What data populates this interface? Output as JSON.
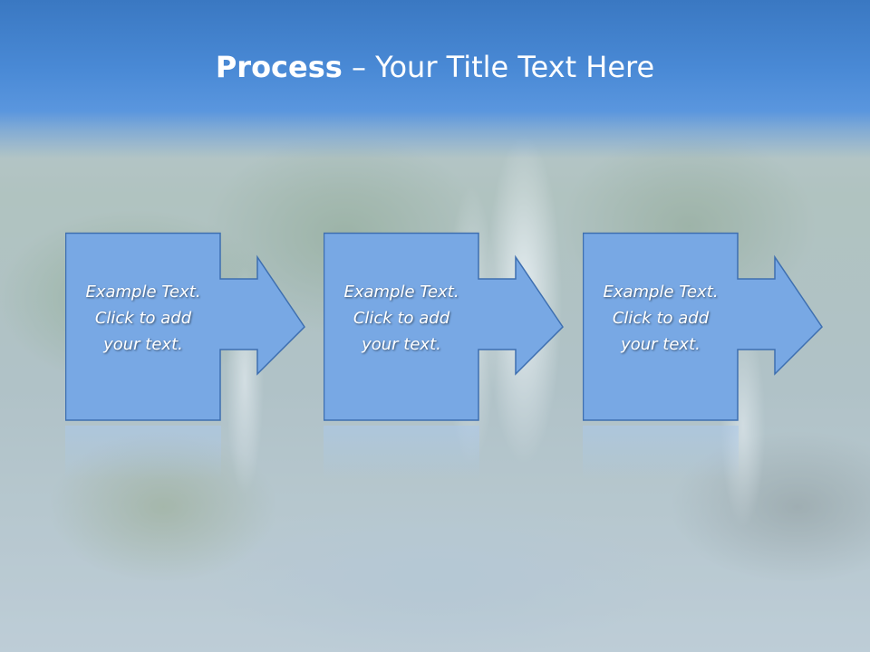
{
  "slide": {
    "title_bold": "Process",
    "title_rest": " – Your Title Text Here"
  },
  "steps": [
    {
      "line1": "Example Text.",
      "line2": "Click  to add",
      "line3": "your text."
    },
    {
      "line1": "Example Text.",
      "line2": "Click  to add",
      "line3": "your text."
    },
    {
      "line1": "Example Text.",
      "line2": "Click  to add",
      "line3": "your text."
    }
  ],
  "colors": {
    "banner": "#4a8ad6",
    "box_fill": "#78a8e4",
    "box_border": "#3e6fb0",
    "title_text": "#ffffff"
  }
}
